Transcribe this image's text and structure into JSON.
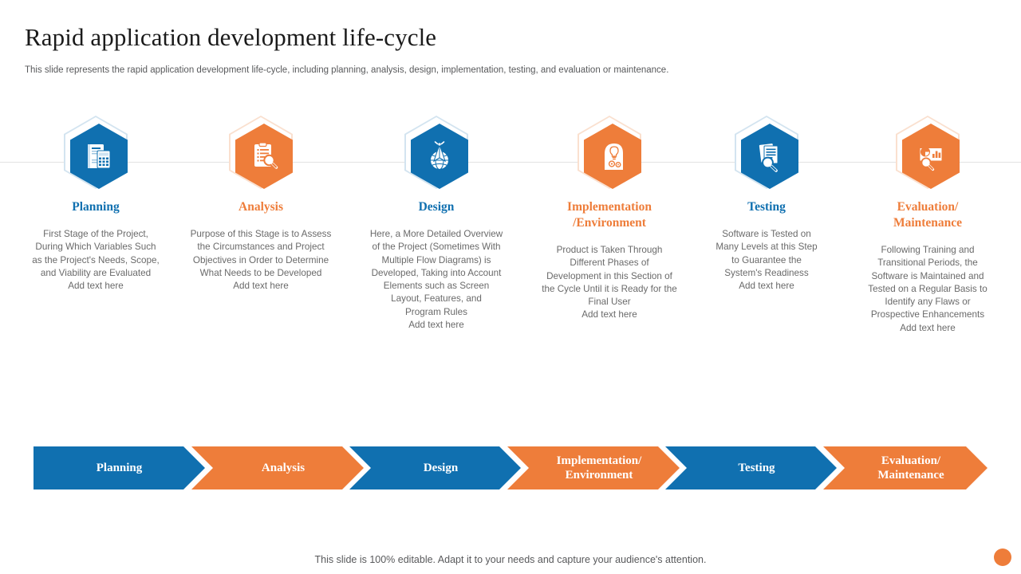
{
  "header": {
    "title": "Rapid application development life-cycle",
    "subtitle": "This slide represents the rapid application development life-cycle, including planning, analysis, design, implementation, testing, and evaluation or maintenance."
  },
  "colors": {
    "blue": "#1070b0",
    "orange": "#ee7d3a",
    "body_text": "#6a6a6a",
    "line": "#e3e3e3"
  },
  "stages": [
    {
      "key": "planning",
      "heading": "Planning",
      "color": "blue",
      "icon": "document-calculator-icon",
      "body": "First Stage of the Project,\nDuring Which Variables Such\nas the Project's Needs, Scope,\nand Viability are Evaluated\nAdd text here"
    },
    {
      "key": "analysis",
      "heading": "Analysis",
      "color": "orange",
      "icon": "clipboard-magnifier-icon",
      "body": "Purpose of this Stage is to Assess\nthe Circumstances and Project\nObjectives in Order to Determine\nWhat Needs to be Developed\nAdd text here"
    },
    {
      "key": "design",
      "heading": "Design",
      "color": "blue",
      "icon": "compass-globe-icon",
      "body": "Here, a More Detailed Overview\nof the Project (Sometimes With\nMultiple Flow Diagrams) is\nDeveloped,  Taking into Account\nElements such as Screen\nLayout, Features, and\nProgram Rules\nAdd text here"
    },
    {
      "key": "implementation",
      "heading": "Implementation\n/Environment",
      "color": "orange",
      "icon": "head-lightbulb-gears-icon",
      "body": "Product is Taken Through\nDifferent Phases of\nDevelopment  in this Section of\nthe Cycle Until it is Ready for the\nFinal User\nAdd text here"
    },
    {
      "key": "testing",
      "heading": "Testing",
      "color": "blue",
      "icon": "documents-magnifier-icon",
      "body": "Software is Tested on\nMany Levels at this Step\nto Guarantee the\nSystem's Readiness\nAdd text here"
    },
    {
      "key": "evaluation",
      "heading": "Evaluation/\nMaintenance",
      "color": "orange",
      "icon": "presentation-chart-magnifier-icon",
      "body": "Following Training and\nTransitional Periods, the\nSoftware is Maintained and\nTested on a Regular Basis to\nIdentify any Flaws or\nProspective Enhancements\nAdd text here"
    }
  ],
  "chevrons": [
    {
      "label": "Planning",
      "color": "blue"
    },
    {
      "label": "Analysis",
      "color": "orange"
    },
    {
      "label": "Design",
      "color": "blue"
    },
    {
      "label": "Implementation/\nEnvironment",
      "color": "orange"
    },
    {
      "label": "Testing",
      "color": "blue"
    },
    {
      "label": "Evaluation/\nMaintenance",
      "color": "orange"
    }
  ],
  "footer": {
    "note": "This slide is 100% editable. Adapt it to your needs and capture your audience's attention."
  }
}
